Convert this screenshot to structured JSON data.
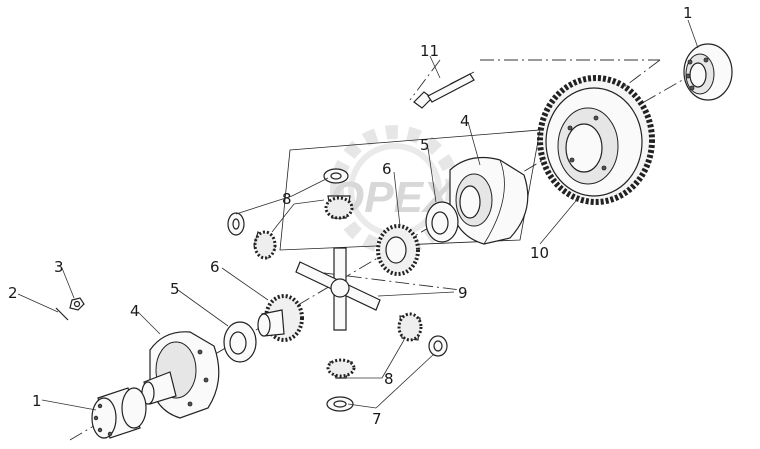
{
  "diagram": {
    "watermark": "OPEX",
    "callouts": [
      {
        "id": "c1a",
        "text": "1"
      },
      {
        "id": "c1b",
        "text": "1"
      },
      {
        "id": "c2",
        "text": "2"
      },
      {
        "id": "c3",
        "text": "3"
      },
      {
        "id": "c4a",
        "text": "4"
      },
      {
        "id": "c4b",
        "text": "4"
      },
      {
        "id": "c5a",
        "text": "5"
      },
      {
        "id": "c5b",
        "text": "5"
      },
      {
        "id": "c6a",
        "text": "6"
      },
      {
        "id": "c6b",
        "text": "6"
      },
      {
        "id": "c7",
        "text": "7"
      },
      {
        "id": "c8a",
        "text": "8"
      },
      {
        "id": "c8b",
        "text": "8"
      },
      {
        "id": "c9",
        "text": "9"
      },
      {
        "id": "c10",
        "text": "10"
      },
      {
        "id": "c11",
        "text": "11"
      }
    ]
  }
}
